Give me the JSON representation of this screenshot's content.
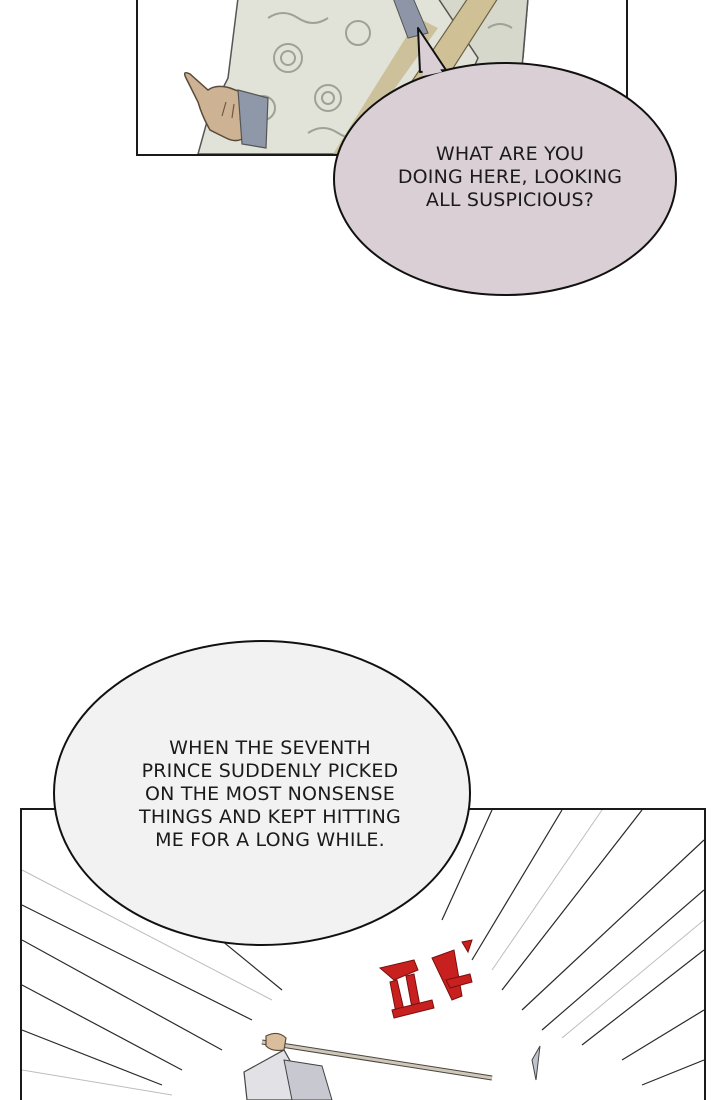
{
  "colors": {
    "bubble_top_fill": "#d9cfd5",
    "bubble_bottom_fill": "#f2f2f2",
    "sfx_red": "#c8201e",
    "robe_light": "#dcdcd0",
    "sash": "#cdbd93"
  },
  "bubbles": [
    {
      "lines": [
        "WHAT ARE YOU",
        "DOING HERE, LOOKING",
        "ALL SUSPICIOUS?"
      ]
    },
    {
      "lines": [
        "WHEN THE SEVENTH",
        "PRINCE SUDDENLY PICKED",
        "ON THE MOST NONSENSE",
        "THINGS AND KEPT HITTING",
        "ME FOR A LONG WHILE."
      ]
    }
  ],
  "icons": [
    "robed-figure-art",
    "impact-sfx-red",
    "speed-lines",
    "stick-wielding-figure"
  ]
}
